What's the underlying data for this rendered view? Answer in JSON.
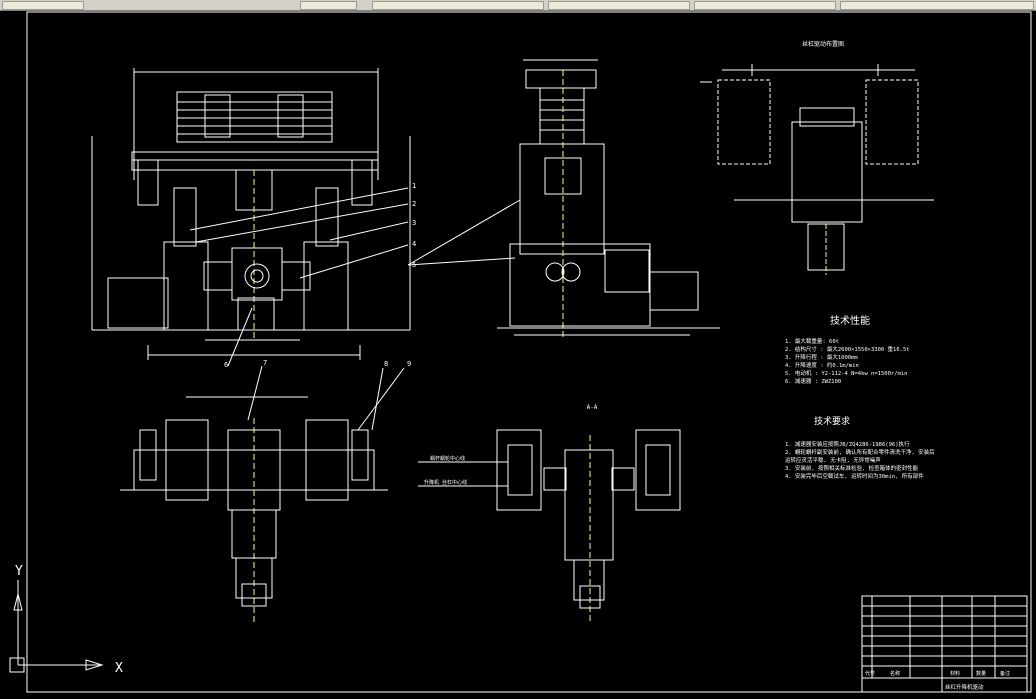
{
  "window": {
    "title": ""
  },
  "drawing": {
    "top_right_title": "丝杠驱动布置图",
    "section_label": "A-A",
    "tech_perf_title": "技术性能",
    "tech_perf_items": [
      "1. 最大载重量: 60t",
      "2. 结构尺寸 : 最大2600×1550×3300 重16.5t",
      "3. 升降行程 : 最大1000mm",
      "4. 升降速度 : 约0.1m/min",
      "5. 电动机 : Y2-112-4 N=4kw n=1500r/min",
      "6. 减速器 : ZWZ100"
    ],
    "tech_req_title": "技术要求",
    "tech_req_items": [
      "1. 减速器安装应按照JB/ZQ4286-1986(96)执行",
      "2. 蜗轮蜗杆副安装前, 确认所有配合零件清洗干净, 安装后",
      "   运转应灵活平稳, 无卡阻, 无异常噪声",
      "3. 安装前, 按照相关标准检验, 检查箱体的密封性能",
      "4. 安装完毕后空载试车, 运转时间为30min, 所有部件"
    ],
    "callouts": [
      "1",
      "2",
      "3",
      "4",
      "5",
      "6",
      "7",
      "8",
      "9"
    ],
    "centerline_labels": [
      "蜗杆蜗轮中心线",
      "升降机 丝杠中心线"
    ],
    "axis_labels": {
      "y": "Y",
      "x": "X"
    },
    "title_block": {
      "header_cells": [
        "代号",
        "名称",
        "材料",
        "数量",
        "备注"
      ],
      "drawing_name": "丝杠升降机驱动"
    }
  }
}
